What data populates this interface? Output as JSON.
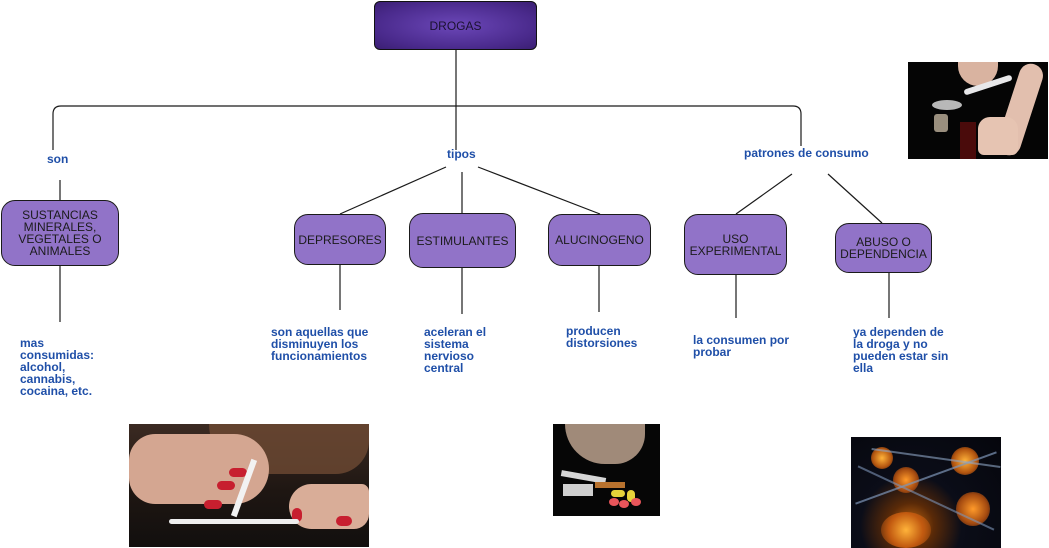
{
  "diagram": {
    "root": {
      "label": "DROGAS"
    },
    "branches": [
      {
        "link_label": "son",
        "nodes": [
          {
            "label": "SUSTANCIAS MINERALES, VEGETALES O ANIMALES",
            "description": "mas consumidas: alcohol, cannabis, cocaina, etc."
          }
        ]
      },
      {
        "link_label": "tipos",
        "nodes": [
          {
            "label": "DEPRESORES",
            "description": "son aquellas que disminuyen los funcionamientos"
          },
          {
            "label": "ESTIMULANTES",
            "description": "aceleran el sistema nervioso central"
          },
          {
            "label": "ALUCINOGENO",
            "description": "producen distorsiones"
          }
        ]
      },
      {
        "link_label": "patrones de consumo",
        "nodes": [
          {
            "label": "USO EXPERIMENTAL",
            "description": "la consumen por probar"
          },
          {
            "label": "ABUSO O DEPENDENCIA",
            "description": "ya dependen de la droga y no pueden estar sin ella"
          }
        ]
      }
    ],
    "images": [
      {
        "subject": "syringe-injection-arm-photo"
      },
      {
        "subject": "snorting-powder-photo"
      },
      {
        "subject": "pills-and-syringe-photo"
      },
      {
        "subject": "neurons-photo"
      }
    ],
    "colors": {
      "node_fill": "#9173c8",
      "root_fill": "#4a2a8c",
      "link_text": "#1f4fa8",
      "line": "#1a1a1a"
    }
  }
}
